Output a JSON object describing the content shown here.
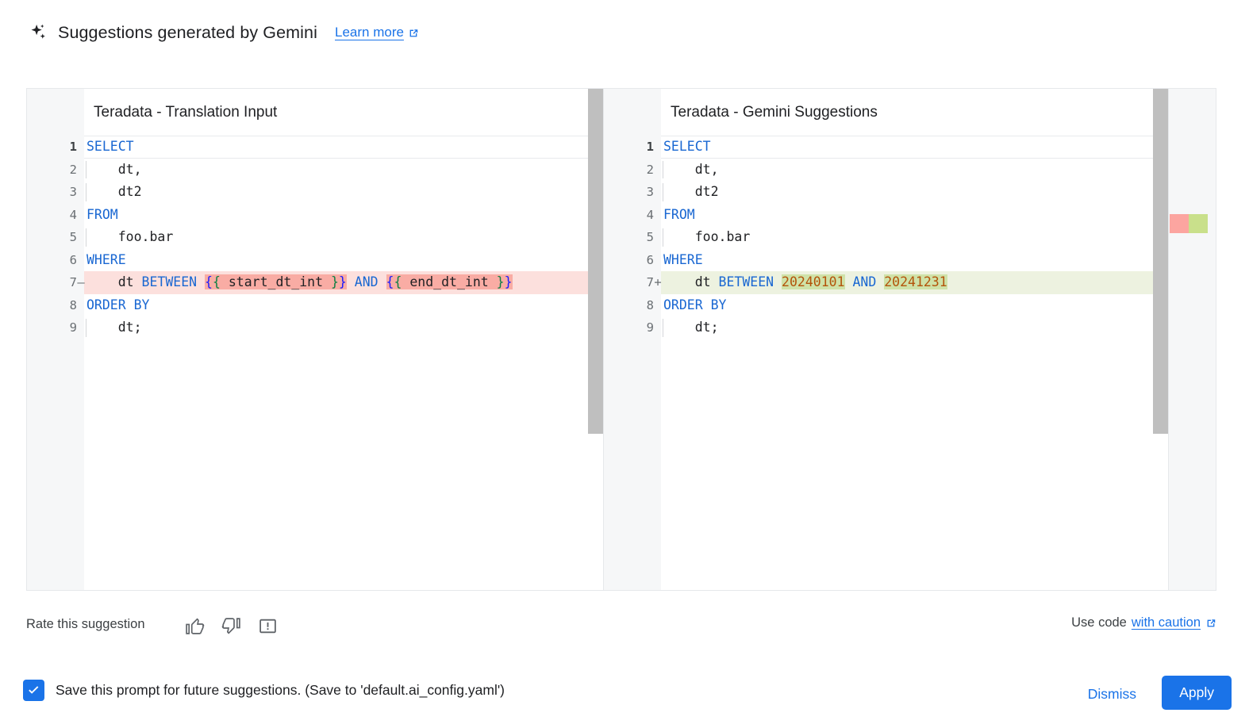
{
  "header": {
    "icon": "sparkle-icon",
    "title": "Suggestions generated by Gemini",
    "learn_more": "Learn more",
    "learn_more_icon": "external-link-icon"
  },
  "colors": {
    "accent": "#1a73e8",
    "link": "#1a73e8",
    "keyword": "#1967d2",
    "number": "#b35309",
    "diff_del_row": "#fce0dd",
    "diff_del_word": "#f9aca4",
    "diff_add_row": "#edf2e0",
    "diff_add_word": "#cfe2a8",
    "ruler_del": "#fca5a0",
    "ruler_add": "#c9e08b",
    "gutter_bg": "#f6f7f8",
    "scrollbar": "#bfbfbf"
  },
  "panes": {
    "left": {
      "title": "Teradata - Translation Input",
      "lines": [
        {
          "n": "1",
          "sign": "",
          "state": "current",
          "indent": false,
          "tokens": [
            {
              "t": "SELECT",
              "c": "kw"
            }
          ]
        },
        {
          "n": "2",
          "sign": "",
          "state": "",
          "indent": true,
          "tokens": [
            {
              "t": "    dt,",
              "c": "plain"
            }
          ]
        },
        {
          "n": "3",
          "sign": "",
          "state": "",
          "indent": true,
          "tokens": [
            {
              "t": "    dt2",
              "c": "plain"
            }
          ]
        },
        {
          "n": "4",
          "sign": "",
          "state": "",
          "indent": false,
          "tokens": [
            {
              "t": "FROM",
              "c": "kw"
            }
          ]
        },
        {
          "n": "5",
          "sign": "",
          "state": "",
          "indent": true,
          "tokens": [
            {
              "t": "    foo.bar",
              "c": "plain"
            }
          ]
        },
        {
          "n": "6",
          "sign": "",
          "state": "",
          "indent": false,
          "tokens": [
            {
              "t": "WHERE",
              "c": "kw"
            }
          ]
        },
        {
          "n": "7",
          "sign": "–",
          "state": "del",
          "indent": false,
          "tokens": [
            {
              "t": "    dt ",
              "c": "plain"
            },
            {
              "t": "BETWEEN",
              "c": "kw"
            },
            {
              "t": " ",
              "c": "plain"
            },
            {
              "t": "{",
              "c": "br-b",
              "hl": "del"
            },
            {
              "t": "{",
              "c": "br-g",
              "hl": "del"
            },
            {
              "t": " start_dt_int ",
              "c": "plain",
              "hl": "del"
            },
            {
              "t": "}",
              "c": "br-g",
              "hl": "del"
            },
            {
              "t": "}",
              "c": "br-b",
              "hl": "del"
            },
            {
              "t": " ",
              "c": "plain"
            },
            {
              "t": "AND",
              "c": "kw"
            },
            {
              "t": " ",
              "c": "plain"
            },
            {
              "t": "{",
              "c": "br-b",
              "hl": "del"
            },
            {
              "t": "{",
              "c": "br-g",
              "hl": "del"
            },
            {
              "t": " end_dt_int ",
              "c": "plain",
              "hl": "del"
            },
            {
              "t": "}",
              "c": "br-g",
              "hl": "del"
            },
            {
              "t": "}",
              "c": "br-b",
              "hl": "del"
            }
          ]
        },
        {
          "n": "8",
          "sign": "",
          "state": "",
          "indent": false,
          "tokens": [
            {
              "t": "ORDER BY",
              "c": "kw"
            }
          ]
        },
        {
          "n": "9",
          "sign": "",
          "state": "",
          "indent": true,
          "tokens": [
            {
              "t": "    dt;",
              "c": "plain"
            }
          ]
        }
      ]
    },
    "right": {
      "title": "Teradata - Gemini Suggestions",
      "lines": [
        {
          "n": "1",
          "sign": "",
          "state": "current",
          "indent": false,
          "tokens": [
            {
              "t": "SELECT",
              "c": "kw"
            }
          ]
        },
        {
          "n": "2",
          "sign": "",
          "state": "",
          "indent": true,
          "tokens": [
            {
              "t": "    dt,",
              "c": "plain"
            }
          ]
        },
        {
          "n": "3",
          "sign": "",
          "state": "",
          "indent": true,
          "tokens": [
            {
              "t": "    dt2",
              "c": "plain"
            }
          ]
        },
        {
          "n": "4",
          "sign": "",
          "state": "",
          "indent": false,
          "tokens": [
            {
              "t": "FROM",
              "c": "kw"
            }
          ]
        },
        {
          "n": "5",
          "sign": "",
          "state": "",
          "indent": true,
          "tokens": [
            {
              "t": "    foo.bar",
              "c": "plain"
            }
          ]
        },
        {
          "n": "6",
          "sign": "",
          "state": "",
          "indent": false,
          "tokens": [
            {
              "t": "WHERE",
              "c": "kw"
            }
          ]
        },
        {
          "n": "7",
          "sign": "+",
          "state": "add",
          "indent": false,
          "tokens": [
            {
              "t": "    dt ",
              "c": "plain"
            },
            {
              "t": "BETWEEN",
              "c": "kw"
            },
            {
              "t": " ",
              "c": "plain"
            },
            {
              "t": "20240101",
              "c": "num",
              "hl": "add"
            },
            {
              "t": " ",
              "c": "plain"
            },
            {
              "t": "AND",
              "c": "kw"
            },
            {
              "t": " ",
              "c": "plain"
            },
            {
              "t": "20241231",
              "c": "num",
              "hl": "add"
            }
          ]
        },
        {
          "n": "8",
          "sign": "",
          "state": "",
          "indent": false,
          "tokens": [
            {
              "t": "ORDER BY",
              "c": "kw"
            }
          ]
        },
        {
          "n": "9",
          "sign": "",
          "state": "",
          "indent": true,
          "tokens": [
            {
              "t": "    dt;",
              "c": "plain"
            }
          ]
        }
      ]
    }
  },
  "rate": {
    "label": "Rate this suggestion",
    "thumb_up": "thumb-up-icon",
    "thumb_down": "thumb-down-icon",
    "report": "report-icon",
    "use_code_prefix": "Use code",
    "caution_link": "with caution",
    "caution_icon": "external-link-icon"
  },
  "footer": {
    "checkbox_checked": true,
    "checkbox_label": "Save this prompt for future suggestions. (Save to 'default.ai_config.yaml')",
    "dismiss_label": "Dismiss",
    "apply_label": "Apply"
  }
}
